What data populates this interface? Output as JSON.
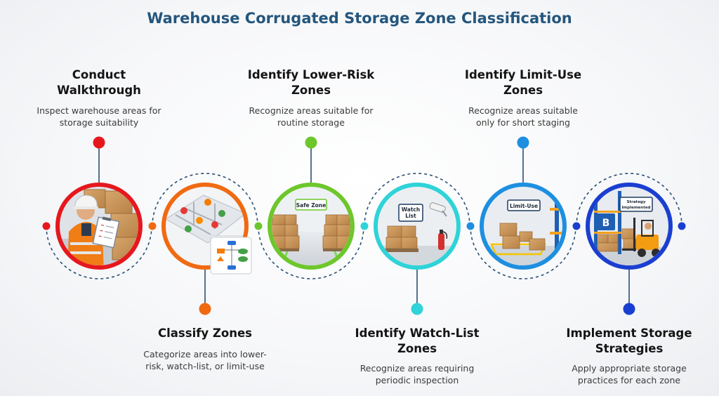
{
  "title": "Warehouse Corrugated Storage Zone Classification",
  "colors": {
    "title": "#24567d",
    "connector": "#2c4f74",
    "step1": "#e5181e",
    "step2": "#f06a12",
    "step3": "#6dc72b",
    "step4": "#2fd3d8",
    "step5": "#1e8fe0",
    "step6": "#1a3fd0"
  },
  "steps": [
    {
      "title_lines": [
        "Conduct",
        "Walkthrough"
      ],
      "desc_lines": [
        "Inspect warehouse areas for",
        "storage suitability"
      ],
      "illustration": "worker-with-clipboard",
      "sign": ""
    },
    {
      "title_lines": [
        "Classify Zones"
      ],
      "desc_lines": [
        "Categorize areas into lower-",
        "risk, watch-list, or limit-use"
      ],
      "illustration": "floor-plan-with-pins",
      "sign": ""
    },
    {
      "title_lines": [
        "Identify Lower-Risk",
        "Zones"
      ],
      "desc_lines": [
        "Recognize areas suitable for",
        "routine storage"
      ],
      "illustration": "safe-zone-aisle",
      "sign": "Safe Zone"
    },
    {
      "title_lines": [
        "Identify Watch-List",
        "Zones"
      ],
      "desc_lines": [
        "Recognize areas requiring",
        "periodic inspection"
      ],
      "illustration": "watch-list-area",
      "sign_lines": [
        "Watch",
        "List"
      ]
    },
    {
      "title_lines": [
        "Identify Limit-Use",
        "Zones"
      ],
      "desc_lines": [
        "Recognize areas suitable",
        "only for short staging"
      ],
      "illustration": "limit-use-area",
      "sign": "Limit-Use"
    },
    {
      "title_lines": [
        "Implement Storage",
        "Strategies"
      ],
      "desc_lines": [
        "Apply appropriate storage",
        "practices for each zone"
      ],
      "illustration": "forklift-racking",
      "sign_lines": [
        "Strategy",
        "Implemented"
      ],
      "rack_label": "B"
    }
  ]
}
